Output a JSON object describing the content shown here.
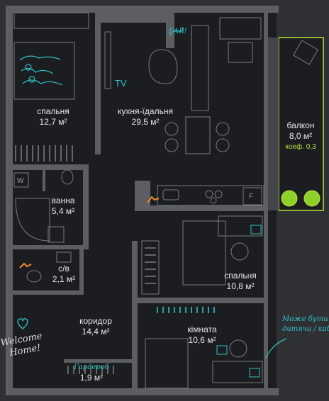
{
  "rooms": {
    "bedroom1": {
      "name": "спальня",
      "area": "12,7 м²"
    },
    "kitchen": {
      "name": "кухня-їдальня",
      "area": "29,5 м²",
      "tv": "TV"
    },
    "balcony": {
      "name": "балкон",
      "area": "8,0 м²",
      "coef": "коеф. 0,3"
    },
    "bath": {
      "name": "ванна",
      "area": "5,4 м²",
      "w": "W"
    },
    "wc": {
      "name": "с/в",
      "area": "2,1 м²"
    },
    "bedroom2": {
      "name": "спальня",
      "area": "10,8 м²"
    },
    "corridor": {
      "name": "коридор",
      "area": "14,4 м²"
    },
    "room": {
      "name": "кімната",
      "area": "10,6 м²"
    },
    "wardrobe": {
      "name": "Гардероб",
      "area": "1,9 м²"
    }
  },
  "fridge": "F",
  "dog_note": "ГАВ!",
  "welcome": {
    "line1": "Welcome",
    "line2": "Home!"
  },
  "note": {
    "line1": "Може бути",
    "line2": "дитяча / каб"
  },
  "colors": {
    "background": "#2f3033",
    "floor": "#1c1d20",
    "wall": "#5d5e61",
    "accent_teal": "#2fc3c9",
    "accent_green": "#b6e23a",
    "accent_orange": "#f08a2a"
  }
}
